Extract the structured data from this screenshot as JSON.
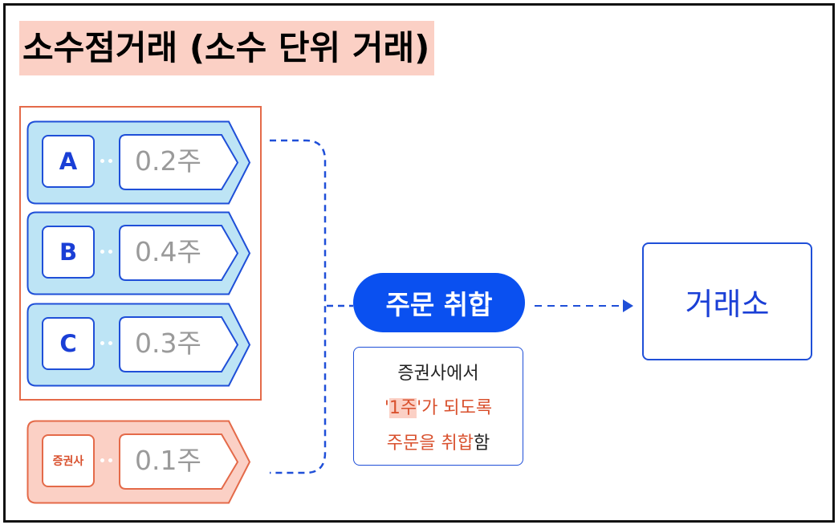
{
  "title": "소수점거래 (소수 단위 거래)",
  "orders": [
    {
      "label": "A",
      "quantity": "0.2주"
    },
    {
      "label": "B",
      "quantity": "0.4주"
    },
    {
      "label": "C",
      "quantity": "0.3주"
    }
  ],
  "broker_order": {
    "label": "증권사",
    "quantity": "0.1주"
  },
  "matching": {
    "label": "주문 취합"
  },
  "exchange": {
    "label": "거래소"
  },
  "note": {
    "line1": "증권사에서",
    "line2_quote_open": "'",
    "line2_highlight": "1주",
    "line2_rest": "'가 되도록",
    "line3_colored": "주문을 취합",
    "line3_rest": "함"
  },
  "colors": {
    "accent_blue": "#0a50f0",
    "tag_blue_fill": "#bde4f5",
    "accent_orange": "#e46a49",
    "tag_orange_fill": "#fbd0c5",
    "title_highlight": "#fbd0c5"
  }
}
